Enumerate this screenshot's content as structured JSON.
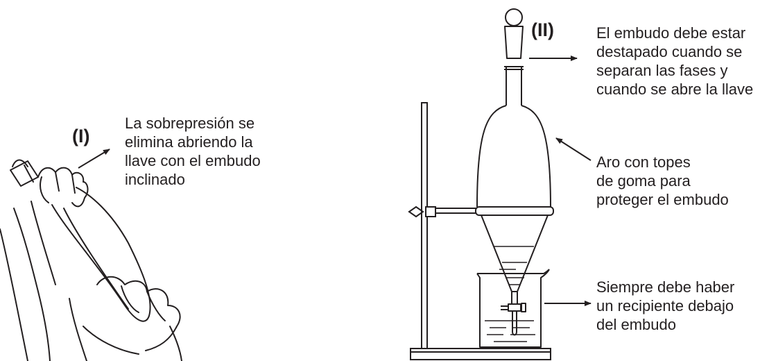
{
  "left_panel": {
    "marker": "(I)",
    "caption": "La sobrepresión se\nelimina abriendo la\nllave con el embudo\ninclinado"
  },
  "right_panel": {
    "marker": "(II)",
    "caption_stopper": "El embudo debe estar\ndestapado cuando se\nseparan las fases y\ncuando se abre la llave",
    "caption_ring": "Aro con topes\nde goma para\nproteger el embudo",
    "caption_beaker": "Siempre debe haber\nun recipiente debajo\ndel embudo"
  }
}
